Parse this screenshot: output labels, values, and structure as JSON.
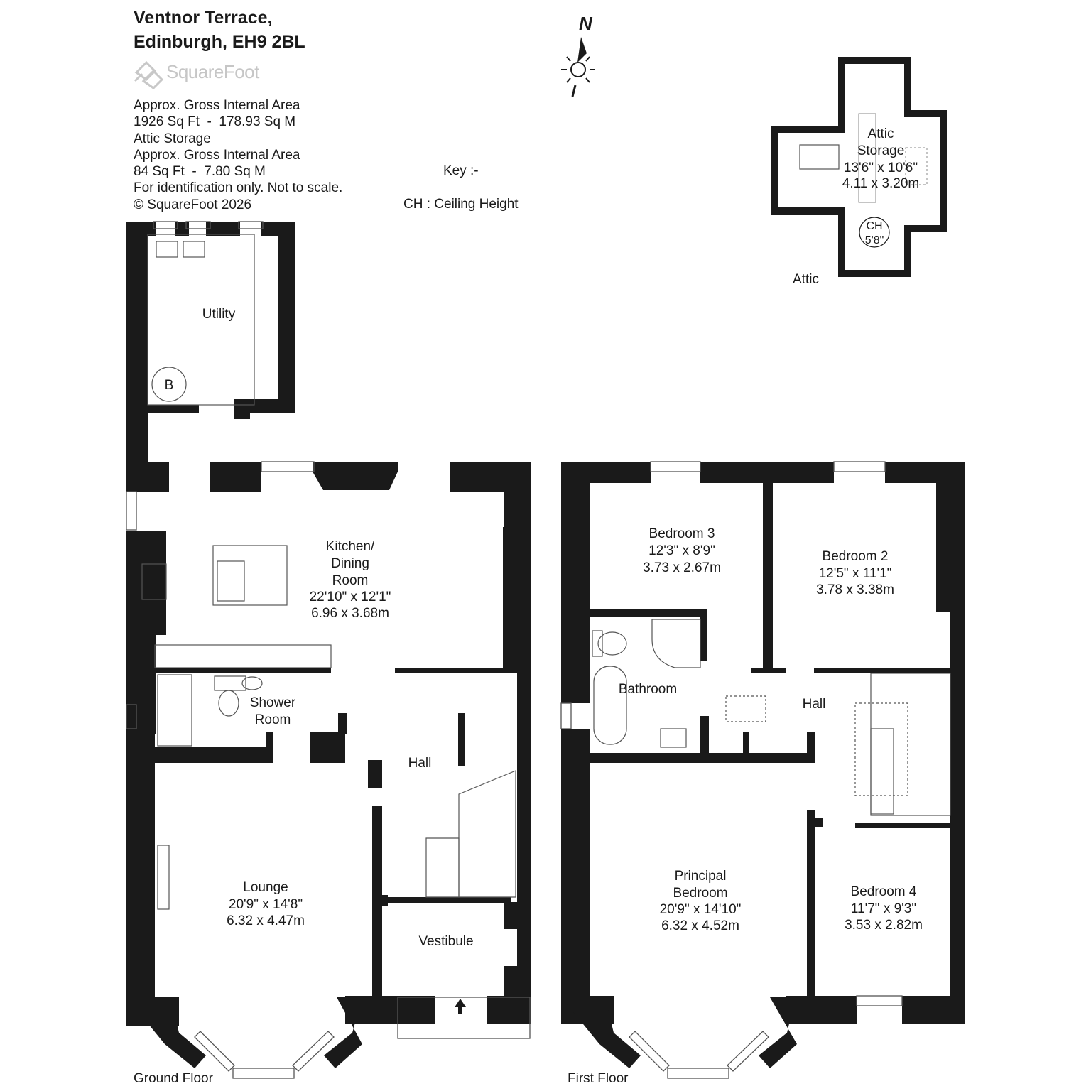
{
  "header": {
    "address_line1": "Ventnor Terrace,",
    "address_line2": "Edinburgh, EH9 2BL",
    "logo_text": "SquareFoot"
  },
  "info": {
    "line1": "Approx. Gross Internal Area",
    "line2": "1926 Sq Ft  -  178.93 Sq M",
    "line3": "Attic Storage",
    "line4": "Approx. Gross Internal Area",
    "line5": "84 Sq Ft  -  7.80 Sq M",
    "line6": "For identification only. Not to scale.",
    "line7": "© SquareFoot 2026"
  },
  "key": {
    "title": "Key :-",
    "ch": "CH : Ceiling Height"
  },
  "compass": {
    "label": "N"
  },
  "attic": {
    "room_name_1": "Attic",
    "room_name_2": "Storage",
    "dims_imperial": "13'6\" x 10'6\"",
    "dims_metric": "4.11 x 3.20m",
    "ch_label": "CH",
    "ch_value": "5'8\"",
    "floor_label": "Attic"
  },
  "ground_floor": {
    "floor_label": "Ground Floor",
    "utility": {
      "name": "Utility",
      "boiler": "B"
    },
    "kitchen": {
      "name1": "Kitchen/",
      "name2": "Dining",
      "name3": "Room",
      "dims_imperial": "22'10\" x 12'1\"",
      "dims_metric": "6.96 x 3.68m"
    },
    "shower": {
      "name1": "Shower",
      "name2": "Room"
    },
    "hall": {
      "name": "Hall"
    },
    "lounge": {
      "name": "Lounge",
      "dims_imperial": "20'9\" x 14'8\"",
      "dims_metric": "6.32 x 4.47m"
    },
    "vestibule": {
      "name": "Vestibule"
    }
  },
  "first_floor": {
    "floor_label": "First Floor",
    "bedroom3": {
      "name": "Bedroom 3",
      "dims_imperial": "12'3\" x 8'9\"",
      "dims_metric": "3.73 x 2.67m"
    },
    "bedroom2": {
      "name": "Bedroom 2",
      "dims_imperial": "12'5\" x 11'1\"",
      "dims_metric": "3.78 x 3.38m"
    },
    "bathroom": {
      "name": "Bathroom"
    },
    "hall": {
      "name": "Hall"
    },
    "principal": {
      "name1": "Principal",
      "name2": "Bedroom",
      "dims_imperial": "20'9\" x 14'10\"",
      "dims_metric": "6.32 x 4.52m"
    },
    "bedroom4": {
      "name": "Bedroom 4",
      "dims_imperial": "11'7\" x 9'3\"",
      "dims_metric": "3.53 x 2.82m"
    }
  }
}
